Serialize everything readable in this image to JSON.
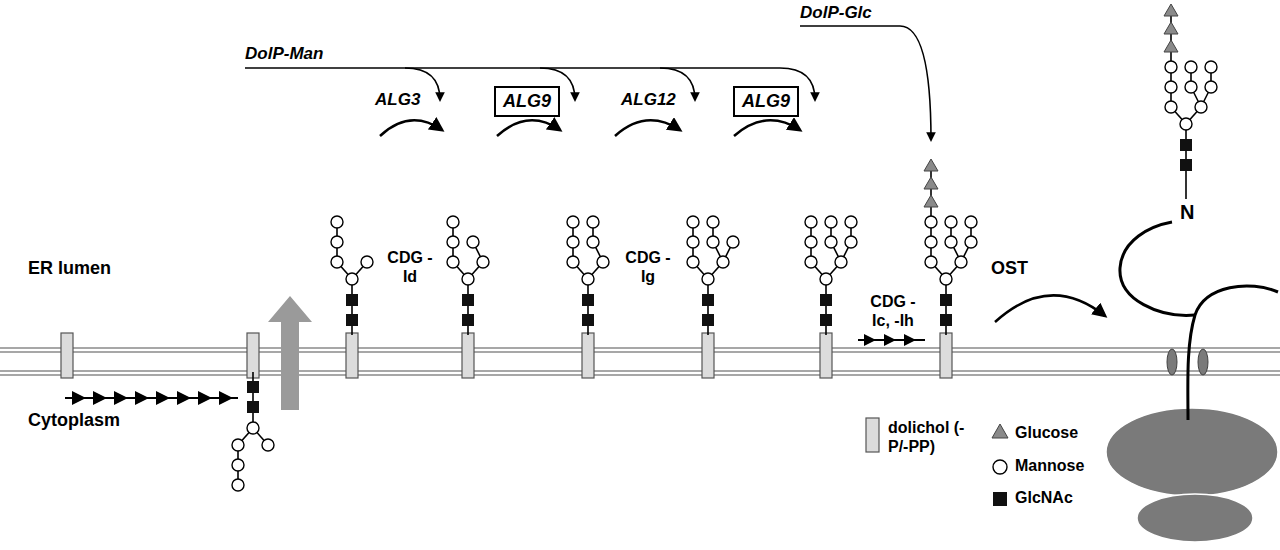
{
  "diagram": {
    "nodes": [
      {
        "text": [
          "ALG9"
        ]
      },
      {
        "text": [
          "ALG9"
        ]
      }
    ],
    "labels": [
      "DolP-Man",
      "DolP-Glc",
      "ALG3",
      "ALG12",
      "CDG -Id",
      "CDG -Ig",
      "CDG -Ic, -Ih",
      "OST",
      "ER lumen",
      "Cytoplasm",
      "N"
    ],
    "legend": [
      {
        "text": "dolichol (-P/-PP)"
      },
      {
        "text": "Glucose"
      },
      {
        "text": "Mannose"
      },
      {
        "text": "GlcNAc"
      }
    ]
  }
}
